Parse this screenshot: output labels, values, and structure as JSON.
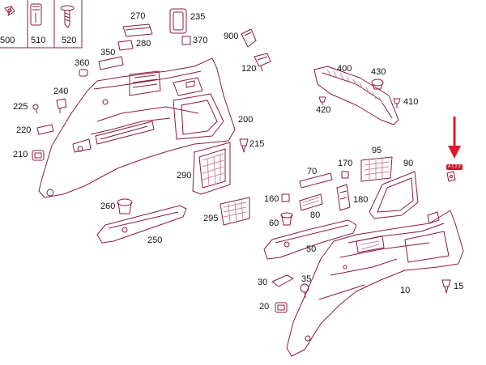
{
  "colors": {
    "line": "#8a1d39",
    "line_light": "#c98a9c",
    "accent": "#e01a2b",
    "text": "#111111"
  },
  "header_parts": [
    {
      "number": "500",
      "icon": "clip-icon"
    },
    {
      "number": "510",
      "icon": "retainer-icon"
    },
    {
      "number": "520",
      "icon": "screw-icon"
    }
  ],
  "callouts": {
    "c270": "270",
    "c235": "235",
    "c280": "280",
    "c370": "370",
    "c900": "900",
    "c350": "350",
    "c360": "360",
    "c120": "120",
    "c240": "240",
    "c225": "225",
    "c220": "220",
    "c210": "210",
    "c200": "200",
    "c215": "215",
    "c290": "290",
    "c260": "260",
    "c295": "295",
    "c250": "250",
    "c400": "400",
    "c430": "430",
    "c410": "410",
    "c420": "420",
    "c170": "170",
    "c95": "95",
    "c90": "90",
    "c70": "70",
    "c160": "160",
    "c180": "180",
    "c80": "80",
    "c60": "60",
    "c50": "50",
    "c30": "30",
    "c35": "35",
    "c20": "20",
    "c10": "10",
    "c15": "15"
  },
  "highlight_badge": "A 1 2 3"
}
